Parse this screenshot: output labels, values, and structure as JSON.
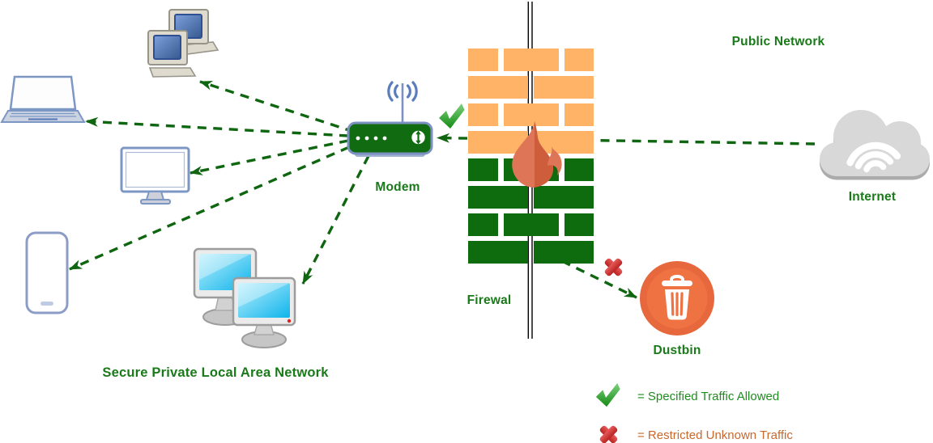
{
  "diagram": {
    "title": "Firewall network diagram",
    "labels": {
      "public_network": "Public Network",
      "internet": "Internet",
      "modem": "Modem",
      "firewall": "Firewal",
      "dustbin": "Dustbin",
      "lan": "Secure Private Local Area Network"
    },
    "legend": {
      "allowed": "= Specified Traffic Allowed",
      "restricted": "= Restricted Unknown Traffic"
    },
    "icons": {
      "check": "✔",
      "cross": "✖",
      "trash": "🗑",
      "internet_cloud": "☁",
      "flame": "🔥",
      "wifi_signal": "((•))",
      "modem_updown_arrow": "↕"
    },
    "connections": [
      {
        "from": "internet",
        "to": "modem",
        "style": "allowed"
      },
      {
        "from": "modem",
        "to": "workstations",
        "style": "allowed"
      },
      {
        "from": "modem",
        "to": "laptop",
        "style": "allowed"
      },
      {
        "from": "modem",
        "to": "monitor",
        "style": "allowed"
      },
      {
        "from": "modem",
        "to": "smartphone",
        "style": "allowed"
      },
      {
        "from": "modem",
        "to": "lan-computers",
        "style": "allowed"
      },
      {
        "from": "firewall",
        "to": "dustbin",
        "style": "restricted"
      }
    ],
    "colors": {
      "label_green": "#1A7A1A",
      "legend_allowed_green": "#1E8C1E",
      "legend_restricted_orange": "#C8682C",
      "arrow_green": "#0F6610",
      "brick_orange": "#FFB366",
      "brick_green": "#0E6C0E",
      "modem_green": "#116B11",
      "modem_stroke": "#7C90C2",
      "device_stroke": "#7D97C5",
      "flame_light": "#DF7557",
      "flame_dark": "#CE5E3B",
      "dustbin_orange": "#E6683C",
      "dustbin_orange_light": "#EF7243",
      "cloud_gray": "#D8D8D8",
      "cloud_shadow": "#ABABAB"
    }
  }
}
